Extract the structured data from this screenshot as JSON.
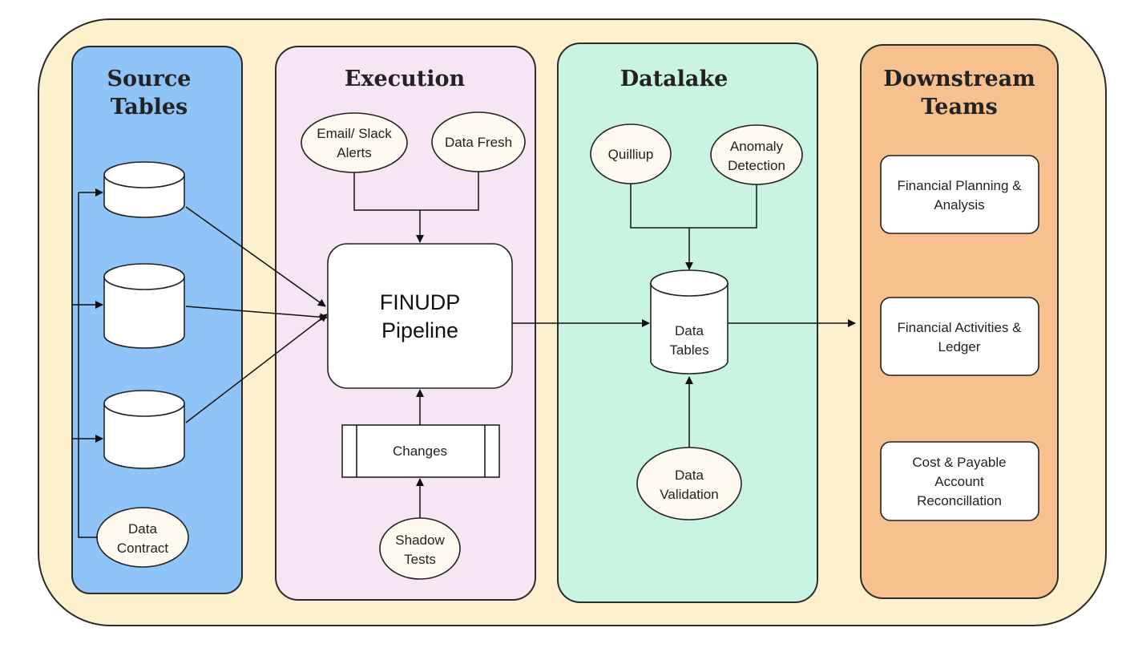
{
  "lanes": {
    "source": {
      "title_line1": "Source",
      "title_line2": "Tables"
    },
    "execution": {
      "title": "Execution"
    },
    "datalake": {
      "title": "Datalake"
    },
    "downstream": {
      "title_line1": "Downstream",
      "title_line2": "Teams"
    }
  },
  "source_nodes": {
    "data_contract_line1": "Data",
    "data_contract_line2": "Contract"
  },
  "execution_nodes": {
    "email_slack_line1": "Email/ Slack",
    "email_slack_line2": "Alerts",
    "data_fresh": "Data Fresh",
    "pipeline_line1": "FINUDP",
    "pipeline_line2": "Pipeline",
    "changes": "Changes",
    "shadow_tests_line1": "Shadow",
    "shadow_tests_line2": "Tests"
  },
  "datalake_nodes": {
    "quilliup": "Quilliup",
    "anomaly_line1": "Anomaly",
    "anomaly_line2": "Detection",
    "data_tables_line1": "Data",
    "data_tables_line2": "Tables",
    "data_validation_line1": "Data",
    "data_validation_line2": "Validation"
  },
  "downstream_nodes": {
    "fpa_line1": "Financial Planning &",
    "fpa_line2": "Analysis",
    "activities_line1": "Financial Activities &",
    "activities_line2": "Ledger",
    "cost_line1": "Cost & Payable",
    "cost_line2": "Account",
    "cost_line3": "Reconcillation"
  },
  "colors": {
    "outer": "#fdf1cd",
    "source_lane": "#8fc4f8",
    "execution_lane": "#f6e5f3",
    "datalake_lane": "#c9f4e2",
    "downstream_lane": "#f6c08f"
  }
}
